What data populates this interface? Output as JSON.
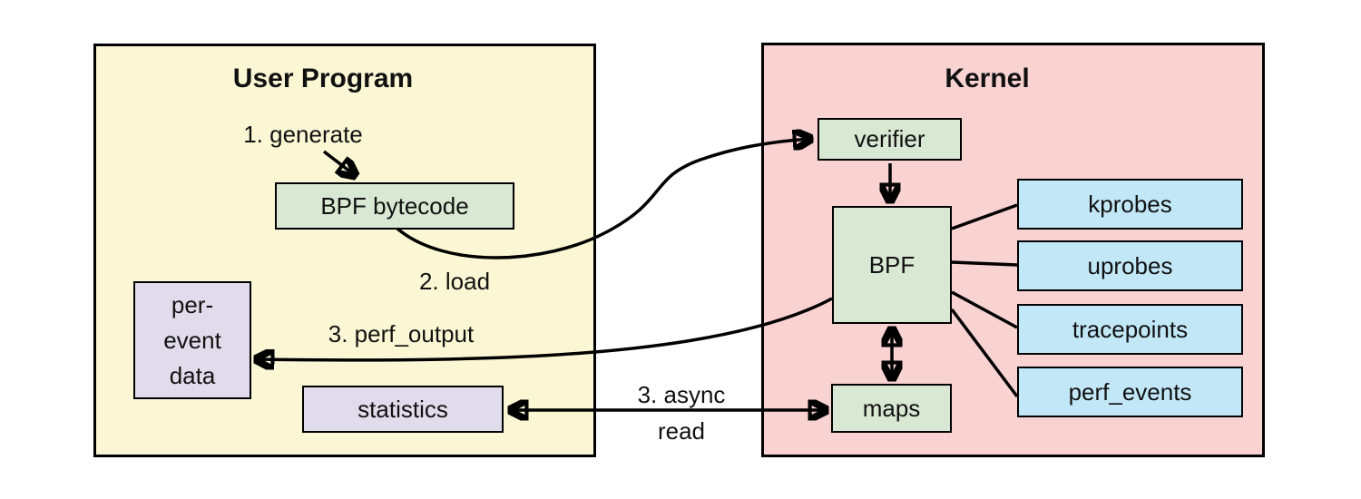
{
  "user_program": {
    "title": "User Program",
    "bpf_bytecode_label": "BPF bytecode",
    "per_event_data_lines": [
      "per-",
      "event",
      "data"
    ],
    "statistics_label": "statistics"
  },
  "kernel": {
    "title": "Kernel",
    "verifier_label": "verifier",
    "bpf_label": "BPF",
    "maps_label": "maps",
    "event_sources": [
      "kprobes",
      "uprobes",
      "tracepoints",
      "perf_events"
    ]
  },
  "annotations": {
    "generate": "1. generate",
    "load": "2. load",
    "perf_output": "3. perf_output",
    "async_read_line1": "3. async",
    "async_read_line2": "read"
  },
  "colors": {
    "user_program_fill": "#FBF7D4",
    "kernel_fill": "#F9D2D2",
    "process_box_fill": "#D8E8D3",
    "event_source_fill": "#C2E8F8",
    "output_box_fill": "#E0DCEB",
    "border": "#000000",
    "text": "#111111"
  }
}
